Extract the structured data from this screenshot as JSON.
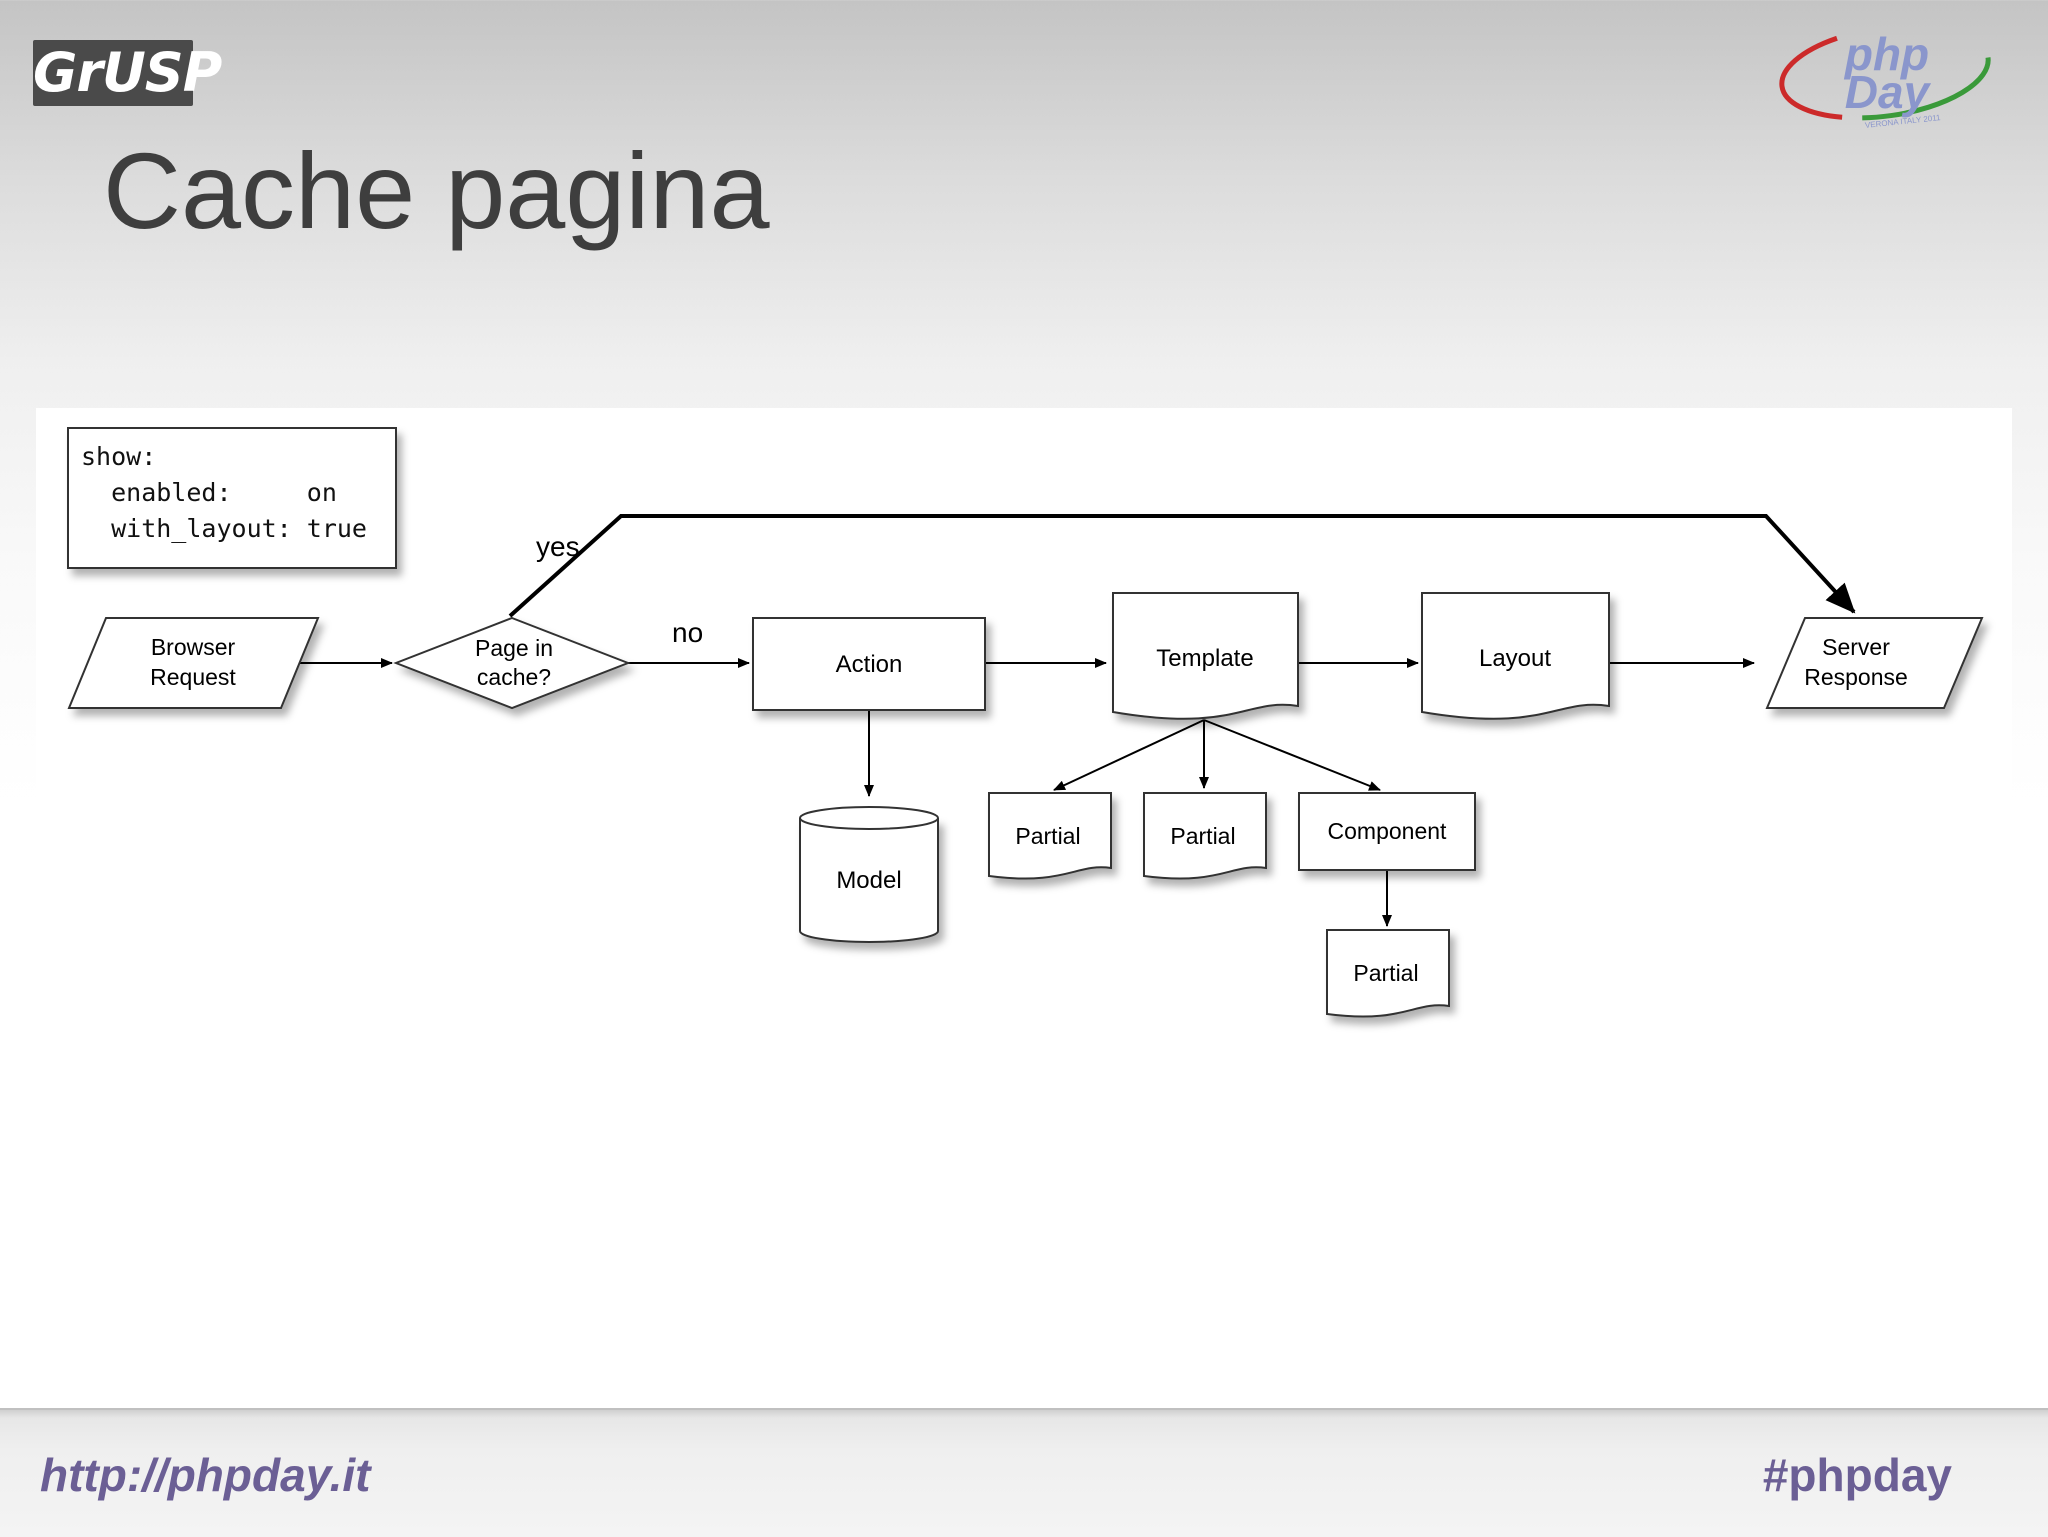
{
  "header": {
    "grusp_logo_text": "GrUSP",
    "phpday_logo": {
      "line1": "php",
      "line2": "Day",
      "tagline": "VERONA ITALY 2011"
    },
    "title": "Cache pagina"
  },
  "config_box": {
    "line1": "show:",
    "line2": "  enabled:     on",
    "line3": "  with_layout: true"
  },
  "flow": {
    "browser_request": [
      "Browser",
      "Request"
    ],
    "decision": [
      "Page in",
      "cache?"
    ],
    "yes_label": "yes",
    "no_label": "no",
    "action": "Action",
    "model": "Model",
    "template": "Template",
    "layout": "Layout",
    "server_response": [
      "Server",
      "Response"
    ],
    "partial": "Partial",
    "component": "Component"
  },
  "footer": {
    "link": "http://phpday.it",
    "hashtag": "#phpday"
  }
}
